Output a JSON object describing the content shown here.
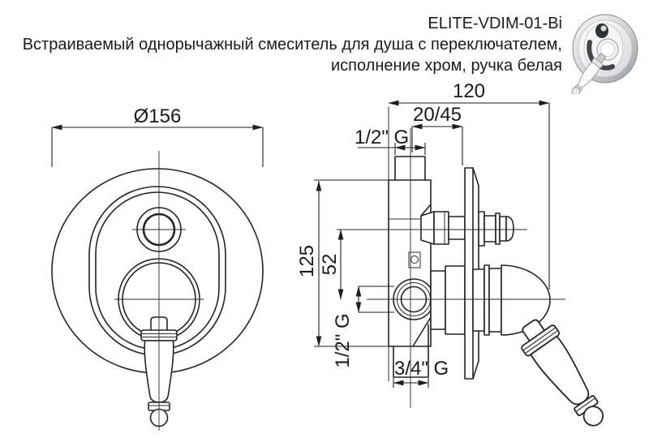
{
  "header": {
    "model": "ELITE-VDIM-01-Bi",
    "description": [
      "Встраиваемый однорычажный смеситель для душа с переключателем,",
      "исполнение хром, ручка белая"
    ]
  },
  "views": {
    "front": {
      "diameter": "Ø156"
    },
    "side": {
      "depth": "120",
      "mount_depth_range": "20/45",
      "top_port": "1/2\" G",
      "height": "125",
      "port_offset": "52",
      "side_port": "1/2\" G",
      "bottom_port": "3/4\" G"
    }
  },
  "colors": {
    "line": "#242424",
    "text": "#1a1a1a",
    "background": "#ffffff",
    "chrome_light": "#f2f3f5",
    "chrome_dark": "#8f9296"
  }
}
